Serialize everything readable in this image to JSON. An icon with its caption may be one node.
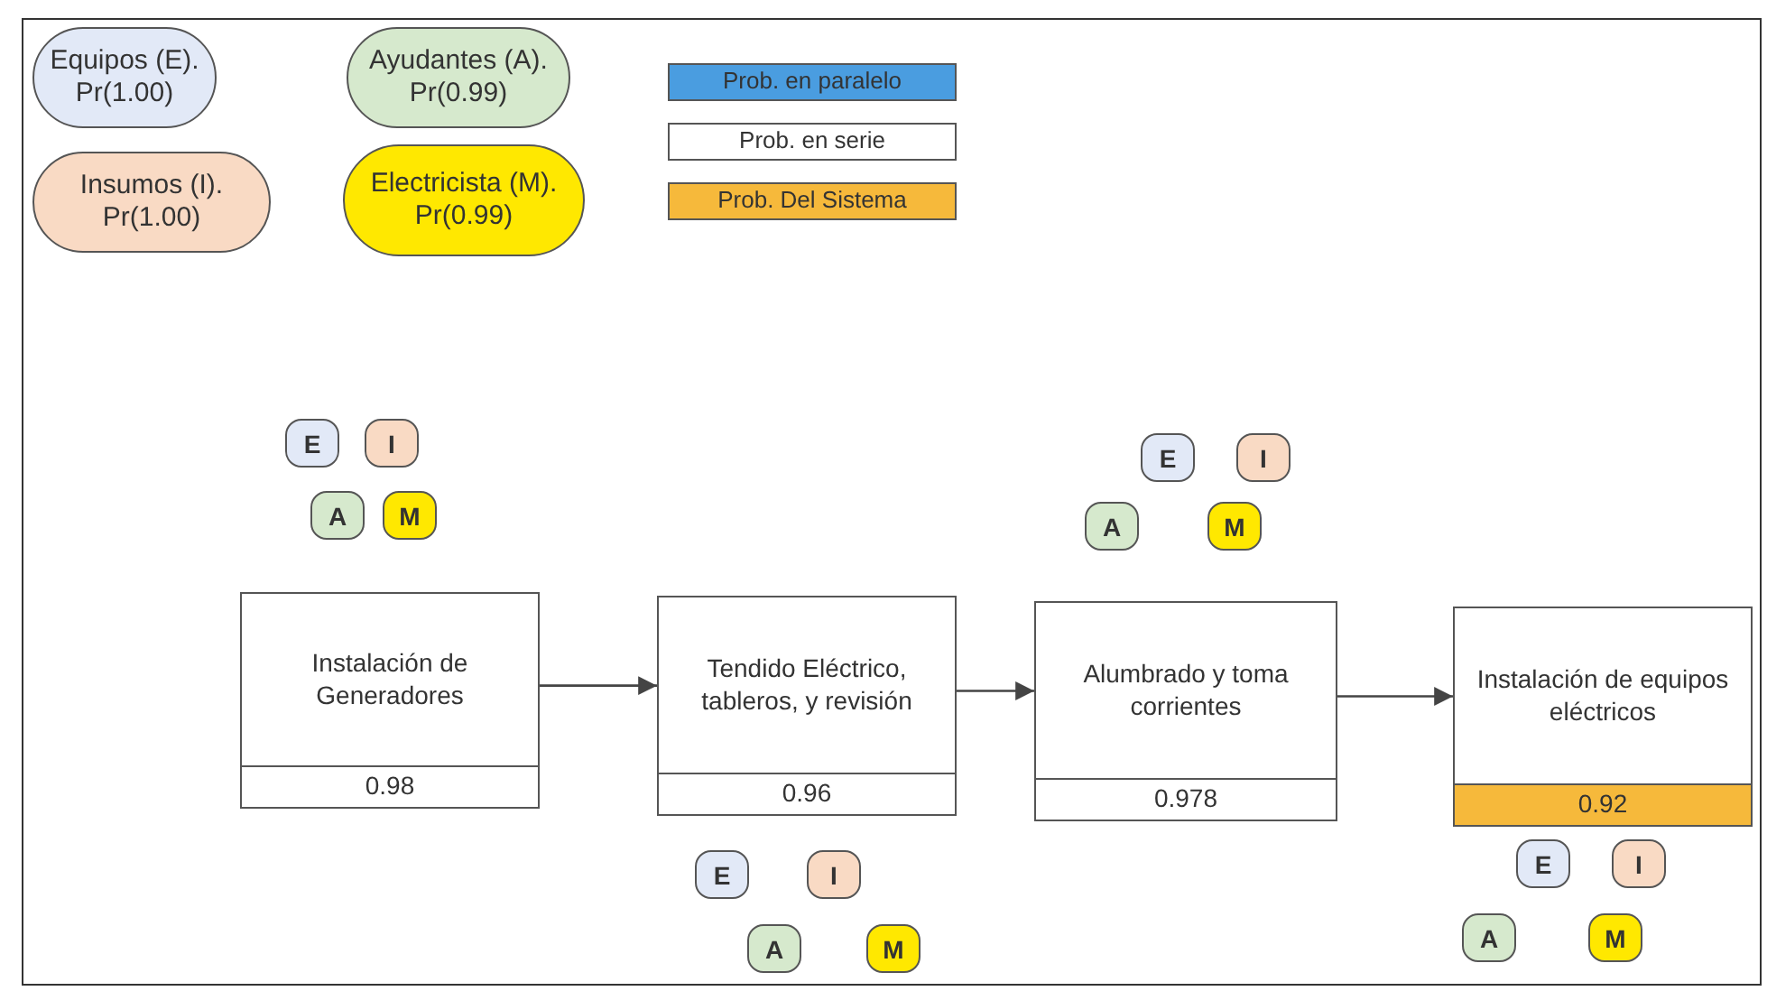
{
  "diagram": {
    "nodes": [
      {
        "text": [
          "Equipos (E). Pr(1.00)"
        ]
      },
      {
        "text": [
          "Ayudantes (A). Pr(0.99)"
        ]
      },
      {
        "text": [
          "Insumos (I). Pr(1.00)"
        ]
      },
      {
        "text": [
          "Electricista (M). Pr(0.99)"
        ]
      },
      {
        "text": [
          "E"
        ]
      },
      {
        "text": [
          "I"
        ]
      },
      {
        "text": [
          "A"
        ]
      },
      {
        "text": [
          "M"
        ]
      },
      {
        "text": [
          "E"
        ]
      },
      {
        "text": [
          "I"
        ]
      },
      {
        "text": [
          "A"
        ]
      },
      {
        "text": [
          "M"
        ]
      },
      {
        "text": [
          "Instalación de Generadores",
          "0.98"
        ]
      },
      {
        "text": [
          "Tendido Eléctrico, tableros, y revisión",
          "0.96"
        ]
      },
      {
        "text": [
          "Alumbrado y toma corrientes",
          "0.978"
        ]
      },
      {
        "text": [
          "Instalación de equipos eléctricos",
          "0.92"
        ]
      },
      {
        "text": [
          "E"
        ]
      },
      {
        "text": [
          "I"
        ]
      },
      {
        "text": [
          "A"
        ]
      },
      {
        "text": [
          "M"
        ]
      },
      {
        "text": [
          "E"
        ]
      },
      {
        "text": [
          "I"
        ]
      },
      {
        "text": [
          "A"
        ]
      },
      {
        "text": [
          "M"
        ]
      }
    ],
    "edges": [
      {
        "from": 12,
        "to": 13,
        "arrow": "to"
      },
      {
        "from": 13,
        "to": 14,
        "arrow": "to"
      },
      {
        "from": 14,
        "to": 15,
        "arrow": "to"
      }
    ],
    "legend": [
      {
        "text": "Prob. en paralelo",
        "color": "#4a9de0"
      },
      {
        "text": "Prob. en serie",
        "color": "#ffffff"
      },
      {
        "text": "Prob. Del Sistema",
        "color": "#f6b93b"
      }
    ]
  }
}
